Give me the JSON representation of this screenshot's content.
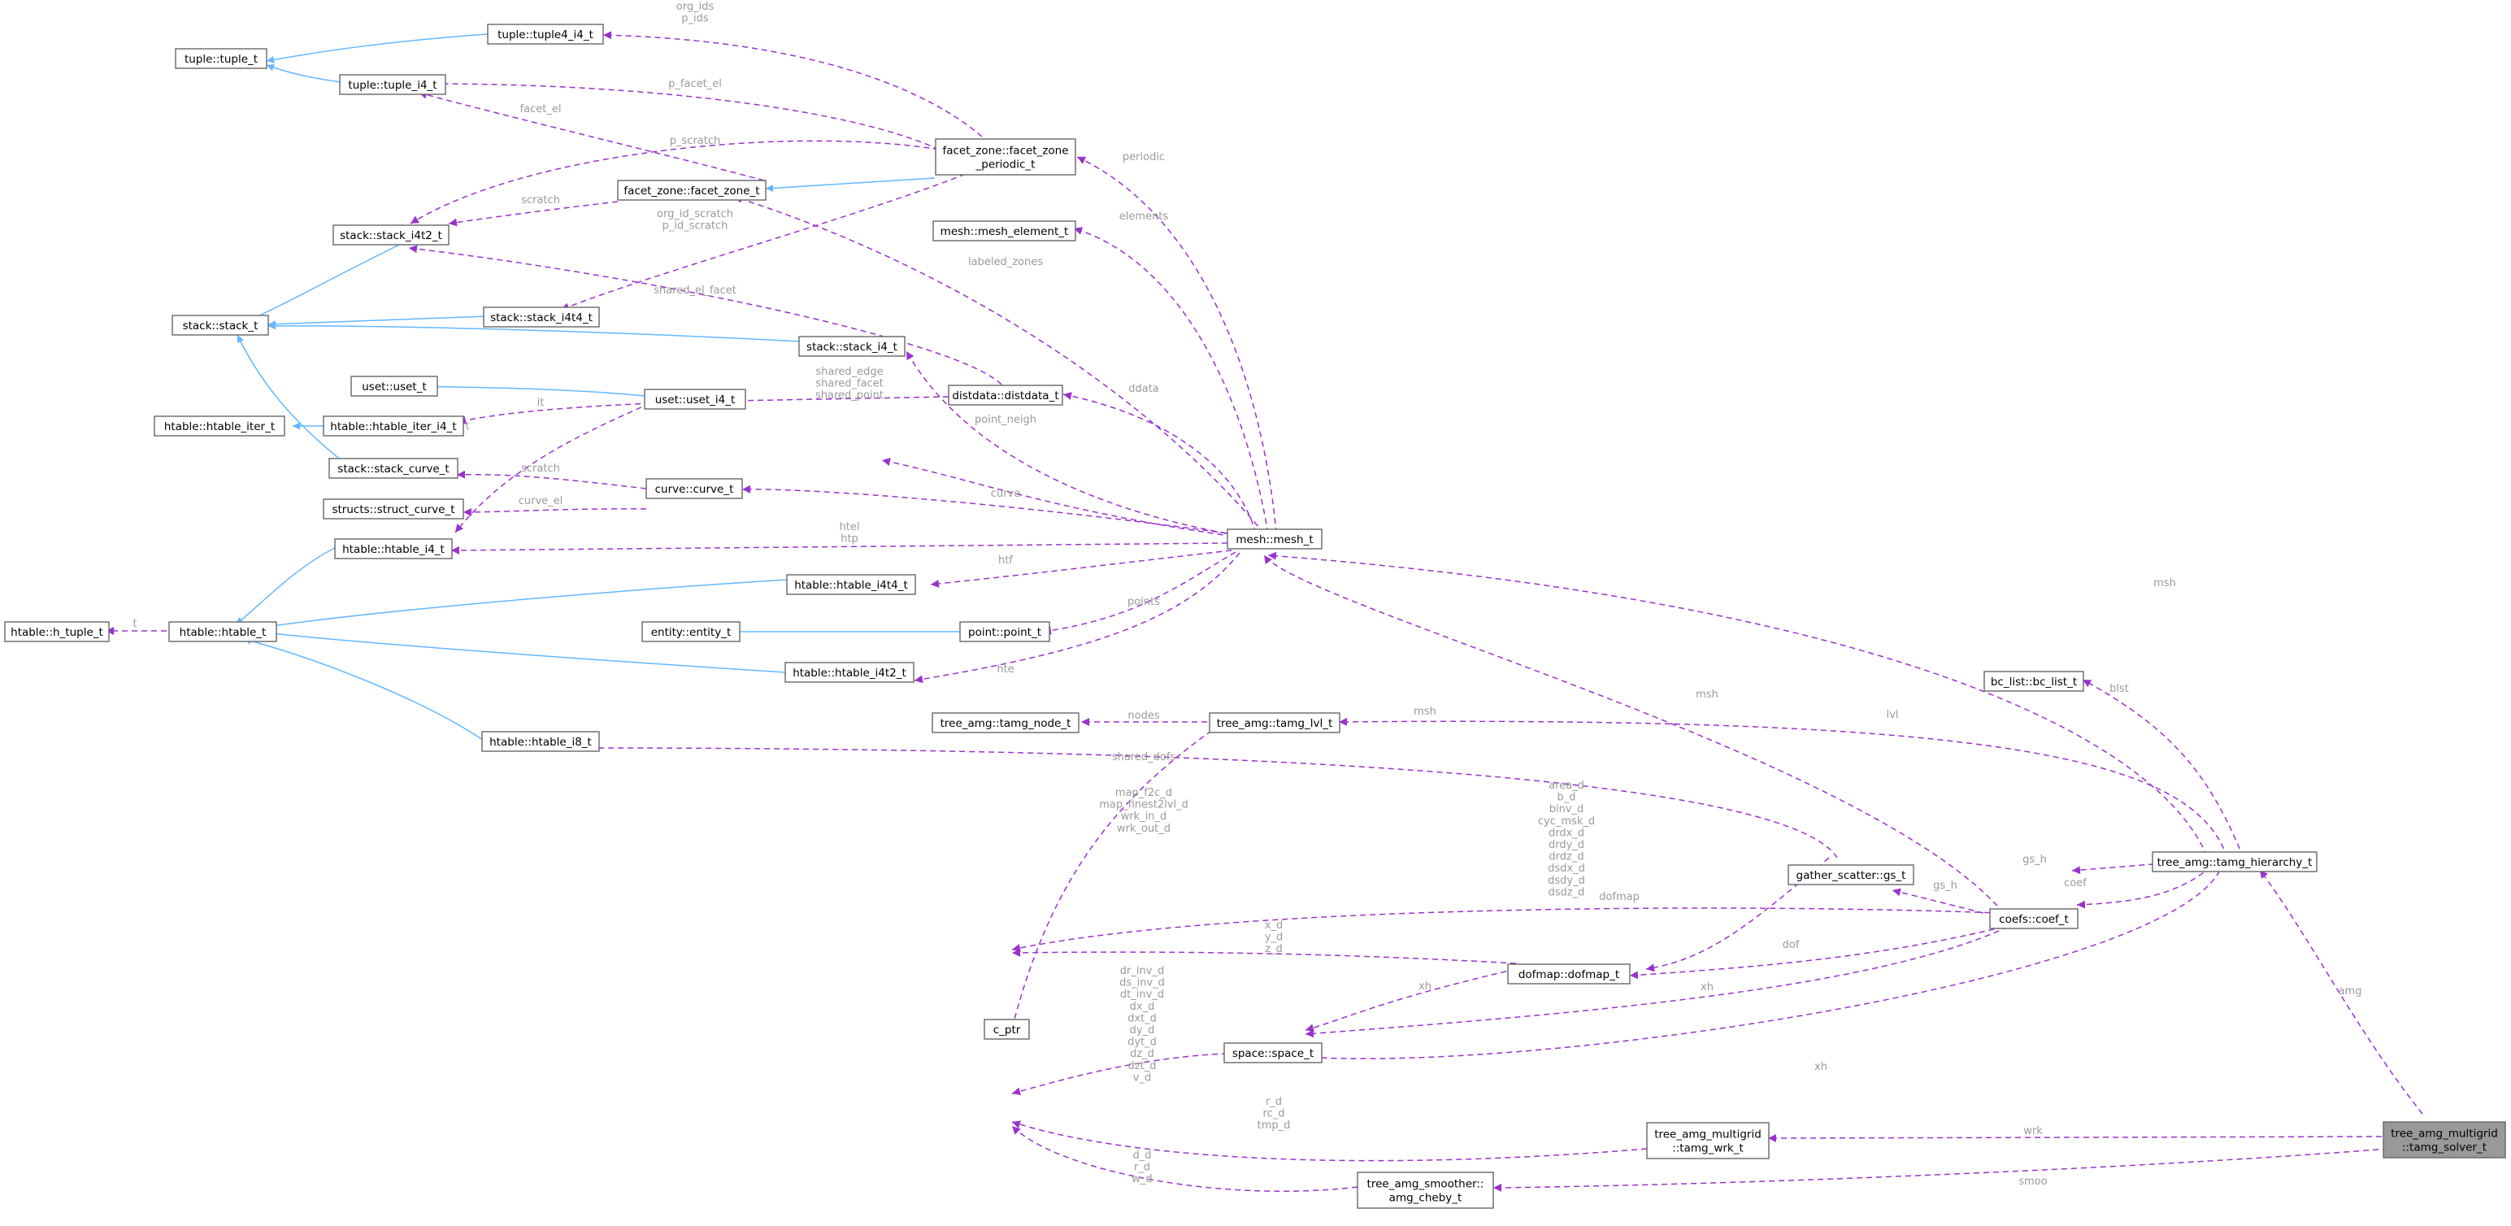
{
  "diagram": {
    "type": "collaboration-graph",
    "colors": {
      "inheritance": "#63b8ff",
      "usage": "#9a32cd",
      "label": "#9a9a9a",
      "highlight": "#999999"
    },
    "nodes": [
      {
        "id": "tuple_t",
        "label": [
          "tuple::tuple_t"
        ]
      },
      {
        "id": "tuple4_i4_t",
        "label": [
          "tuple::tuple4_i4_t"
        ]
      },
      {
        "id": "tuple_i4_t",
        "label": [
          "tuple::tuple_i4_t"
        ]
      },
      {
        "id": "facet_zone_periodic_t",
        "label": [
          "facet_zone::facet_zone",
          "_periodic_t"
        ]
      },
      {
        "id": "facet_zone_t",
        "label": [
          "facet_zone::facet_zone_t"
        ]
      },
      {
        "id": "stack_i4t2_t",
        "label": [
          "stack::stack_i4t2_t"
        ]
      },
      {
        "id": "mesh_element_t",
        "label": [
          "mesh::mesh_element_t"
        ]
      },
      {
        "id": "stack_t",
        "label": [
          "stack::stack_t"
        ]
      },
      {
        "id": "stack_i4t4_t",
        "label": [
          "stack::stack_i4t4_t"
        ]
      },
      {
        "id": "stack_i4_t",
        "label": [
          "stack::stack_i4_t"
        ]
      },
      {
        "id": "uset_t",
        "label": [
          "uset::uset_t"
        ]
      },
      {
        "id": "uset_i4_t",
        "label": [
          "uset::uset_i4_t"
        ]
      },
      {
        "id": "distdata_t",
        "label": [
          "distdata::distdata_t"
        ]
      },
      {
        "id": "htable_iter_t",
        "label": [
          "htable::htable_iter_t"
        ]
      },
      {
        "id": "htable_iter_i4_t",
        "label": [
          "htable::htable_iter_i4_t"
        ]
      },
      {
        "id": "stack_curve_t",
        "label": [
          "stack::stack_curve_t"
        ]
      },
      {
        "id": "curve_t",
        "label": [
          "curve::curve_t"
        ]
      },
      {
        "id": "struct_curve_t",
        "label": [
          "structs::struct_curve_t"
        ]
      },
      {
        "id": "htable_i4_t",
        "label": [
          "htable::htable_i4_t"
        ]
      },
      {
        "id": "mesh_t",
        "label": [
          "mesh::mesh_t"
        ]
      },
      {
        "id": "htable_i4t4_t",
        "label": [
          "htable::htable_i4t4_t"
        ]
      },
      {
        "id": "h_tuple_t",
        "label": [
          "htable::h_tuple_t"
        ]
      },
      {
        "id": "htable_t",
        "label": [
          "htable::htable_t"
        ]
      },
      {
        "id": "entity_t",
        "label": [
          "entity::entity_t"
        ]
      },
      {
        "id": "point_t",
        "label": [
          "point::point_t"
        ]
      },
      {
        "id": "htable_i4t2_t",
        "label": [
          "htable::htable_i4t2_t"
        ]
      },
      {
        "id": "bc_list_t",
        "label": [
          "bc_list::bc_list_t"
        ]
      },
      {
        "id": "tamg_node_t",
        "label": [
          "tree_amg::tamg_node_t"
        ]
      },
      {
        "id": "tamg_lvl_t",
        "label": [
          "tree_amg::tamg_lvl_t"
        ]
      },
      {
        "id": "htable_i8_t",
        "label": [
          "htable::htable_i8_t"
        ]
      },
      {
        "id": "tamg_hierarchy_t",
        "label": [
          "tree_amg::tamg_hierarchy_t"
        ]
      },
      {
        "id": "gs_t",
        "label": [
          "gather_scatter::gs_t"
        ]
      },
      {
        "id": "coef_t",
        "label": [
          "coefs::coef_t"
        ]
      },
      {
        "id": "dofmap_t",
        "label": [
          "dofmap::dofmap_t"
        ]
      },
      {
        "id": "c_ptr",
        "label": [
          "c_ptr"
        ]
      },
      {
        "id": "space_t",
        "label": [
          "space::space_t"
        ]
      },
      {
        "id": "tamg_wrk_t",
        "label": [
          "tree_amg_multigrid",
          "::tamg_wrk_t"
        ]
      },
      {
        "id": "tamg_solver_t",
        "label": [
          "tree_amg_multigrid",
          "::tamg_solver_t"
        ]
      },
      {
        "id": "amg_cheby_t",
        "label": [
          "tree_amg_smoother::",
          "amg_cheby_t"
        ]
      }
    ],
    "edge_labels": [
      {
        "id": "lbl_org_ids",
        "lines": [
          "org_ids",
          "p_ids"
        ]
      },
      {
        "id": "lbl_p_facet_el",
        "lines": [
          "p_facet_el"
        ]
      },
      {
        "id": "lbl_facet_el",
        "lines": [
          "facet_el"
        ]
      },
      {
        "id": "lbl_p_scratch",
        "lines": [
          "p_scratch"
        ]
      },
      {
        "id": "lbl_scratch1",
        "lines": [
          "scratch"
        ]
      },
      {
        "id": "lbl_org_id_scratch",
        "lines": [
          "org_id_scratch",
          "p_id_scratch"
        ]
      },
      {
        "id": "lbl_periodic",
        "lines": [
          "periodic"
        ]
      },
      {
        "id": "lbl_elements",
        "lines": [
          "elements"
        ]
      },
      {
        "id": "lbl_labeled_zones",
        "lines": [
          "labeled_zones"
        ]
      },
      {
        "id": "lbl_shared_el_facet",
        "lines": [
          "shared_el_facet"
        ]
      },
      {
        "id": "lbl_shared",
        "lines": [
          "shared_edge",
          "shared_facet",
          "shared_point"
        ]
      },
      {
        "id": "lbl_ddata",
        "lines": [
          "ddata"
        ]
      },
      {
        "id": "lbl_point_neigh",
        "lines": [
          "point_neigh"
        ]
      },
      {
        "id": "lbl_it",
        "lines": [
          "it"
        ]
      },
      {
        "id": "lbl_t",
        "lines": [
          "t"
        ]
      },
      {
        "id": "lbl_scratch2",
        "lines": [
          "scratch"
        ]
      },
      {
        "id": "lbl_curve",
        "lines": [
          "curve"
        ]
      },
      {
        "id": "lbl_curve_el",
        "lines": [
          "curve_el"
        ]
      },
      {
        "id": "lbl_htel",
        "lines": [
          "htel",
          "htp"
        ]
      },
      {
        "id": "lbl_htf",
        "lines": [
          "htf"
        ]
      },
      {
        "id": "lbl_points",
        "lines": [
          "points"
        ]
      },
      {
        "id": "lbl_t2",
        "lines": [
          "t"
        ]
      },
      {
        "id": "lbl_hte",
        "lines": [
          "hte"
        ]
      },
      {
        "id": "lbl_msh1",
        "lines": [
          "msh"
        ]
      },
      {
        "id": "lbl_blst",
        "lines": [
          "blst"
        ]
      },
      {
        "id": "lbl_nodes",
        "lines": [
          "nodes"
        ]
      },
      {
        "id": "lbl_msh2",
        "lines": [
          "msh"
        ]
      },
      {
        "id": "lbl_lvl",
        "lines": [
          "lvl"
        ]
      },
      {
        "id": "lbl_msh3",
        "lines": [
          "msh"
        ]
      },
      {
        "id": "lbl_shared_dofs",
        "lines": [
          "shared_dofs"
        ]
      },
      {
        "id": "lbl_map",
        "lines": [
          "map_f2c_d",
          "map_finest2lvl_d",
          "wrk_in_d",
          "wrk_out_d"
        ]
      },
      {
        "id": "lbl_area",
        "lines": [
          "area_d",
          "b_d",
          "binv_d",
          "cyc_msk_d",
          "drdx_d",
          "drdy_d",
          "drdz_d",
          "dsdx_d",
          "dsdy_d",
          "dsdz_d"
        ]
      },
      {
        "id": "lbl_gs_h1",
        "lines": [
          "gs_h"
        ]
      },
      {
        "id": "lbl_dofmap",
        "lines": [
          "dofmap"
        ]
      },
      {
        "id": "lbl_gs_h2",
        "lines": [
          "gs_h"
        ]
      },
      {
        "id": "lbl_coef",
        "lines": [
          "coef"
        ]
      },
      {
        "id": "lbl_xyz",
        "lines": [
          "x_d",
          "y_d",
          "z_d"
        ]
      },
      {
        "id": "lbl_dof",
        "lines": [
          "dof"
        ]
      },
      {
        "id": "lbl_dr",
        "lines": [
          "dr_inv_d",
          "ds_inv_d",
          "dt_inv_d",
          "dx_d",
          "dxt_d",
          "dy_d",
          "dyt_d",
          "dz_d",
          "dzt_d",
          "v_d"
        ]
      },
      {
        "id": "lbl_xh1",
        "lines": [
          "xh"
        ]
      },
      {
        "id": "lbl_xh2",
        "lines": [
          "xh"
        ]
      },
      {
        "id": "lbl_xh3",
        "lines": [
          "xh"
        ]
      },
      {
        "id": "lbl_amg",
        "lines": [
          "amg"
        ]
      },
      {
        "id": "lbl_rd",
        "lines": [
          "r_d",
          "rc_d",
          "tmp_d"
        ]
      },
      {
        "id": "lbl_wrk",
        "lines": [
          "wrk"
        ]
      },
      {
        "id": "lbl_dd",
        "lines": [
          "d_d",
          "r_d",
          "w_d"
        ]
      },
      {
        "id": "lbl_smoo",
        "lines": [
          "smoo"
        ]
      }
    ]
  }
}
